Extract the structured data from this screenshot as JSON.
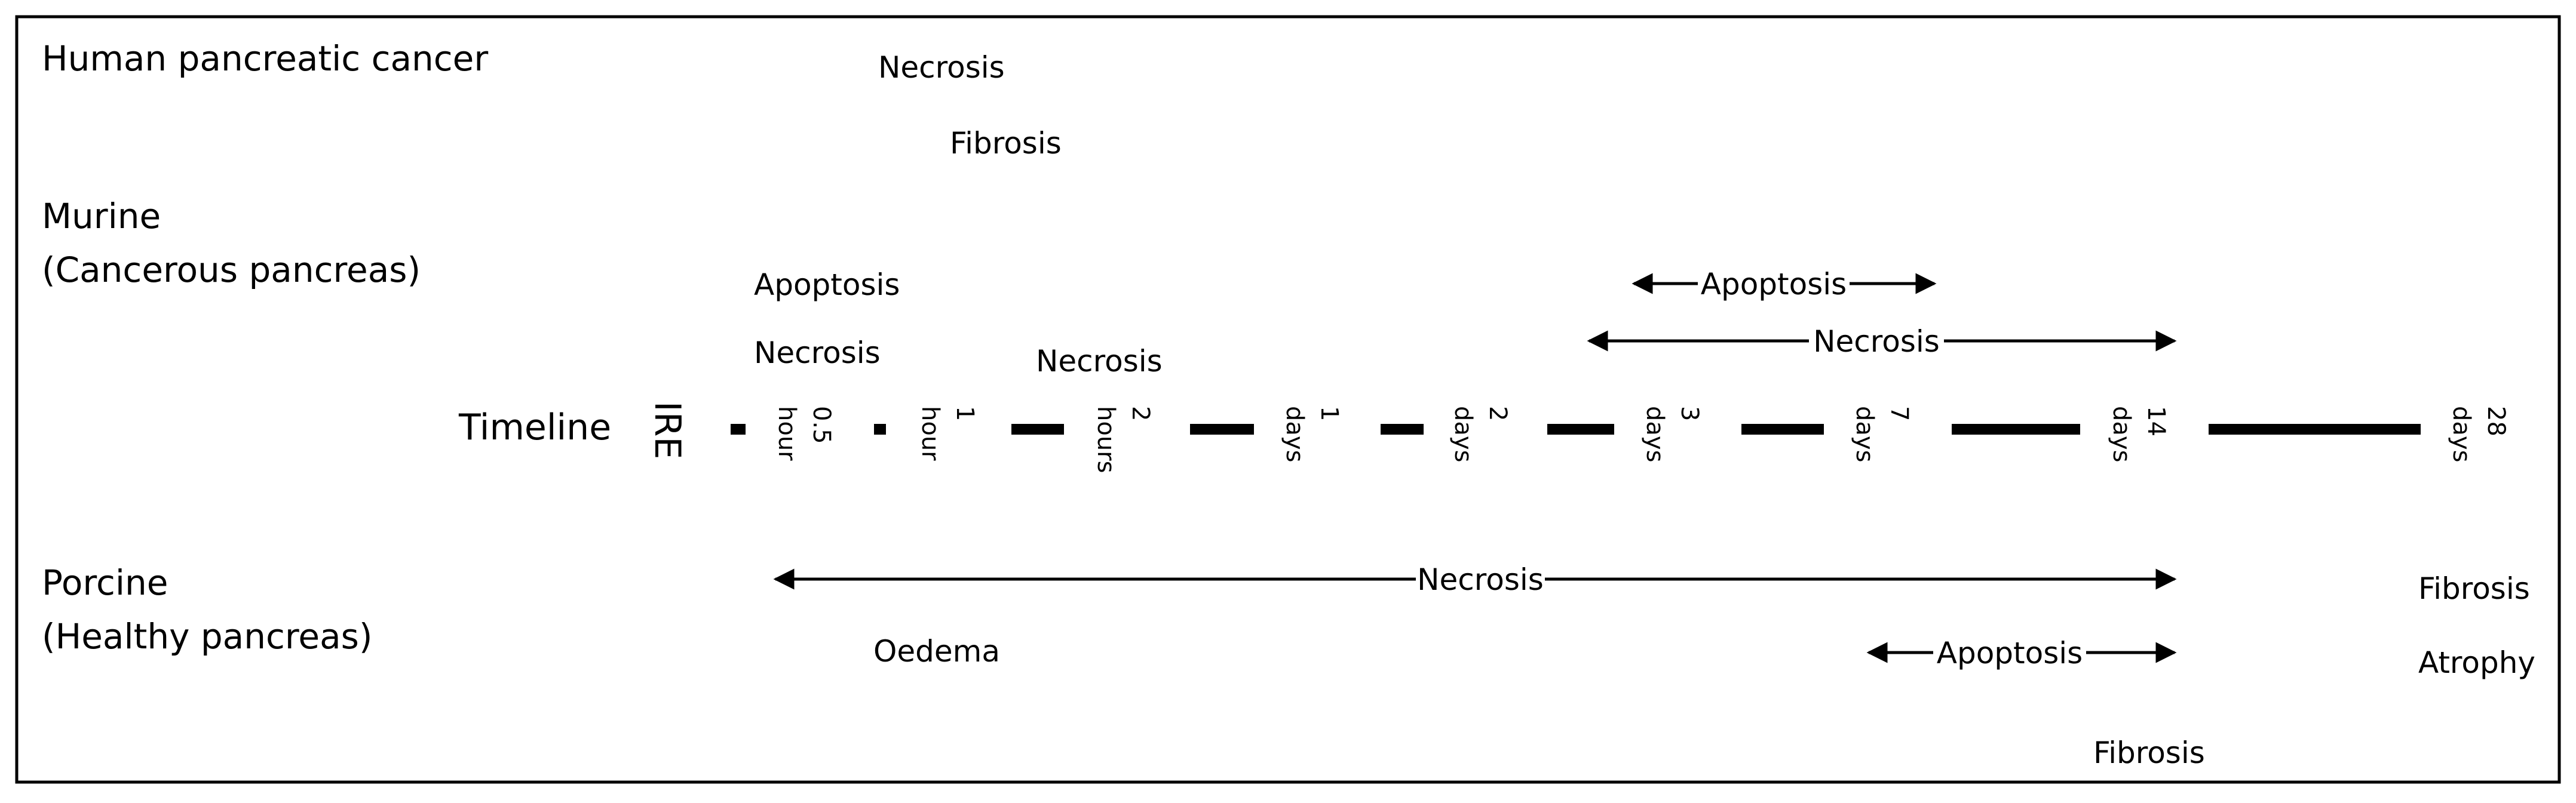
{
  "sections": {
    "human": "Human pancreatic cancer",
    "murine": [
      "Murine",
      "(Cancerous pancreas)"
    ],
    "porcine": [
      "Porcine",
      "(Healthy pancreas)"
    ]
  },
  "timeline": {
    "title": "Timeline",
    "start": "IRE",
    "ticks": [
      {
        "value": "0.5",
        "unit": "hour"
      },
      {
        "value": "1",
        "unit": "hour"
      },
      {
        "value": "2",
        "unit": "hours"
      },
      {
        "value": "1",
        "unit": "days"
      },
      {
        "value": "2",
        "unit": "days"
      },
      {
        "value": "3",
        "unit": "days"
      },
      {
        "value": "7",
        "unit": "days"
      },
      {
        "value": "14",
        "unit": "days"
      },
      {
        "value": "28",
        "unit": "days"
      }
    ]
  },
  "human_events": [
    "Necrosis",
    "Fibrosis"
  ],
  "murine_events": {
    "early_apoptosis": "Apoptosis",
    "early_necrosis": "Necrosis",
    "necrosis_2h": "Necrosis",
    "apoptosis_range": "Apoptosis",
    "necrosis_range": "Necrosis"
  },
  "porcine_events": {
    "necrosis_range": "Necrosis",
    "oedema": "Oedema",
    "apoptosis_range": "Apoptosis",
    "fibrosis_14d": "Fibrosis",
    "fibrosis_28d": "Fibrosis",
    "atrophy_28d": "Atrophy"
  },
  "colors": {
    "ink": "#000000",
    "background": "#ffffff"
  }
}
